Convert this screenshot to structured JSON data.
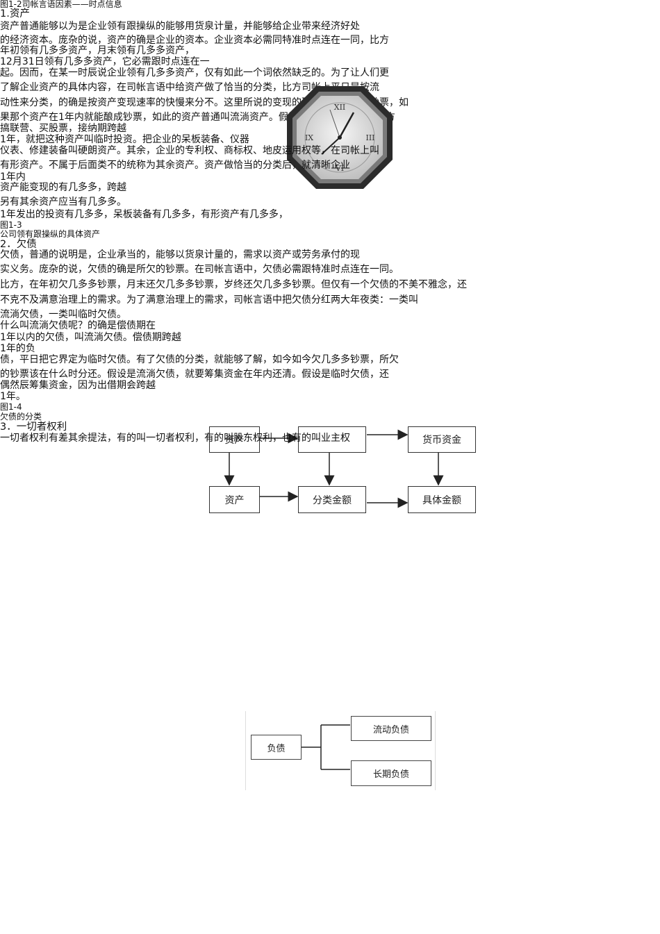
{
  "lines": [
    "图1-2司帐言语因素——时点信息",
    "1.资产",
    "        资产普通能够以为是企业领有跟操纵的能够用货泉计量，并能够给企业带来经济好处",
    "的经济资本。庞杂的说，资产的确是企业的资本。企业资本必需同特准时点连在一同，比方",
    "年初领有几多多资产，月末领有几多多资产，",
    "12月31日领有几多多资产，它必需跟时点连在一",
    "起。因而，在某一时辰说企业领有几多多资产，仅有如此一个词依然缺乏的。为了让人们更",
    "了解企业资产的具体内容，在司帐言语中给资产做了恰当的分类，比方司帐上平日是按流",
    "动性来分类，的确是按资产变现速率的快慢来分不。这里所说的变现的确是把资产酿成钞票，如",
    "果那个资产在1年内就能酿成钞票，如此的资产普通叫流淌资产。假设把钞票投放出去，比方",
    "搞联营、买股票，接纳期跨越",
    "1年，就把这种资产叫临时投资。把企业的呆板装备、仪器",
    "仪表、修建装备叫硬朗资产。其余，企业的专利权、商标权、地皮运用权等，在司帐上叫",
    "有形资产。不属于后面类不的统称为其余资产。资产做恰当的分类后，就清晰企业",
    "1年内",
    "资产能变现的有几多多，跨越",
    "另有其余资产应当有几多多。",
    "1年发出的投资有几多多，呆板装备有几多多，有形资产有几多多，",
    "图1-3",
    "公司领有跟操纵的具体资产",
    "2．欠债",
    "        欠债，普通的说明是，企业承当的，能够以货泉计量的，需求以资产或劳务承付的现",
    "实义务。庞杂的说，欠债的确是所欠的钞票。在司帐言语中，欠债必需跟特准时点连在一同。",
    "比方，在年初欠几多多钞票，月末还欠几多多钞票，岁终还欠几多多钞票。但仅有一个欠债的不美不雅念，还",
    "不克不及满意治理上的需求。为了满意治理上的需求，司帐言语中把欠债分红两大年夜类：一类叫",
    "流淌欠债，一类叫临时欠债。",
    "什么叫流淌欠债呢？的确是偿债期在",
    "1年以内的欠债，叫流淌欠债。偿债期跨越",
    "1年的负",
    "债，平日把它界定为临时欠债。有了欠债的分类，就能够了解，如今如今欠几多多钞票，所欠",
    "的钞票该在什么时分还。假设是流淌欠债，就要筹集资金在年内还清。假设是临时欠债，还",
    "偶然辰筹集资金，因为出借期会跨越",
    "1年。",
    "图1-4",
    "欠债的分类",
    "3．一切者权利",
    "一切者权利有差其余提法，有的叫一切者权利，有的叫股东权利，也有的叫业主权"
  ],
  "clock": {
    "numerals": [
      "XII",
      "III",
      "VI",
      "IX"
    ]
  },
  "flow": {
    "top": [
      "资产",
      "",
      "货币资金"
    ],
    "bottom": [
      "资产",
      "分类金额",
      "具体金额"
    ]
  },
  "tree": {
    "root": "负债",
    "children": [
      "流动负债",
      "长期负债"
    ]
  }
}
